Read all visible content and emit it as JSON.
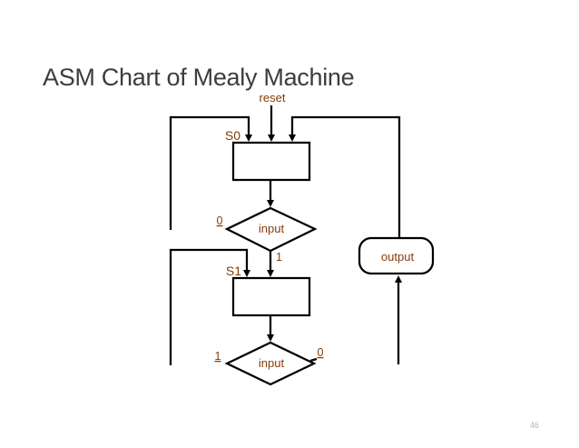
{
  "title": "ASM Chart of Mealy Machine",
  "page_number": "46",
  "colors": {
    "background": "#ffffff",
    "title_text": "#3d3d3d",
    "diagram_labels": "#843c0c",
    "lines": "#000000",
    "page_number": "#b3b3b3"
  },
  "diagram": {
    "reset_label": "reset",
    "states": [
      {
        "name": "S0"
      },
      {
        "name": "S1"
      }
    ],
    "decisions": [
      {
        "label": "input",
        "branch_left": "0",
        "branch_bottom": "1"
      },
      {
        "label": "input",
        "branch_left": "1",
        "branch_right": "0"
      }
    ],
    "output_label": "output"
  }
}
